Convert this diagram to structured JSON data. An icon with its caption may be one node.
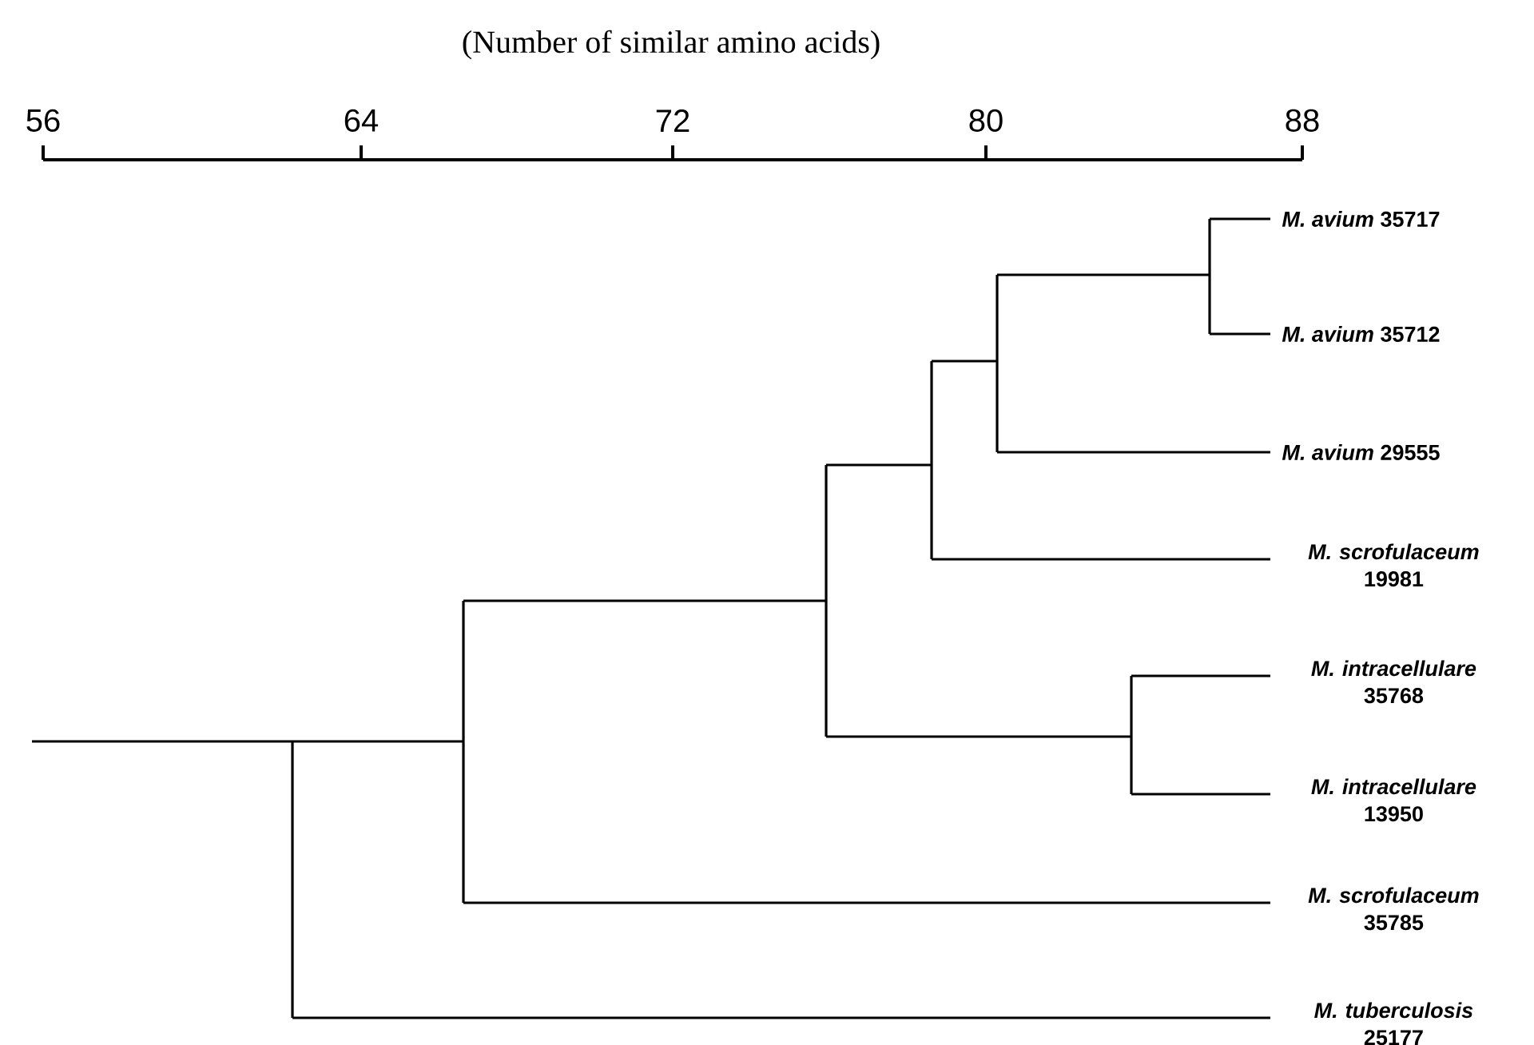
{
  "diagram": {
    "title": "(Number of similar amino acids)",
    "nodes": [
      {
        "text": [
          "*M. avium* 35717"
        ]
      },
      {
        "text": [
          "*M. avium* 35712"
        ]
      },
      {
        "text": [
          "*M. avium* 29555"
        ]
      },
      {
        "text": [
          "*M. scrofulaceum* 19981"
        ]
      },
      {
        "text": [
          "*M. intracellulare* 35768"
        ]
      },
      {
        "text": [
          "*M. intracellulare* 13950"
        ]
      },
      {
        "text": [
          "*M. scrofulaceum* 35785"
        ]
      },
      {
        "text": [
          "*M. tuberculosis* 25177"
        ]
      }
    ],
    "labels": [
      "56",
      "64",
      "72",
      "80",
      "88"
    ]
  }
}
